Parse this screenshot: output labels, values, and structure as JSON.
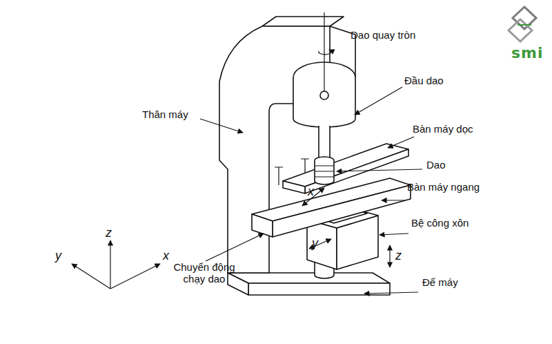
{
  "diagram": {
    "labels": [
      "smi",
      "Dao quay tròn",
      "Đầu dao",
      "Thân máy",
      "Bàn máy dọc",
      "Dao",
      "x",
      "Bàn máy ngang",
      "Bệ công xôn",
      "z",
      "y",
      "z",
      "y",
      "x",
      "Chuyển động chạy dao",
      "Đế máy"
    ]
  }
}
